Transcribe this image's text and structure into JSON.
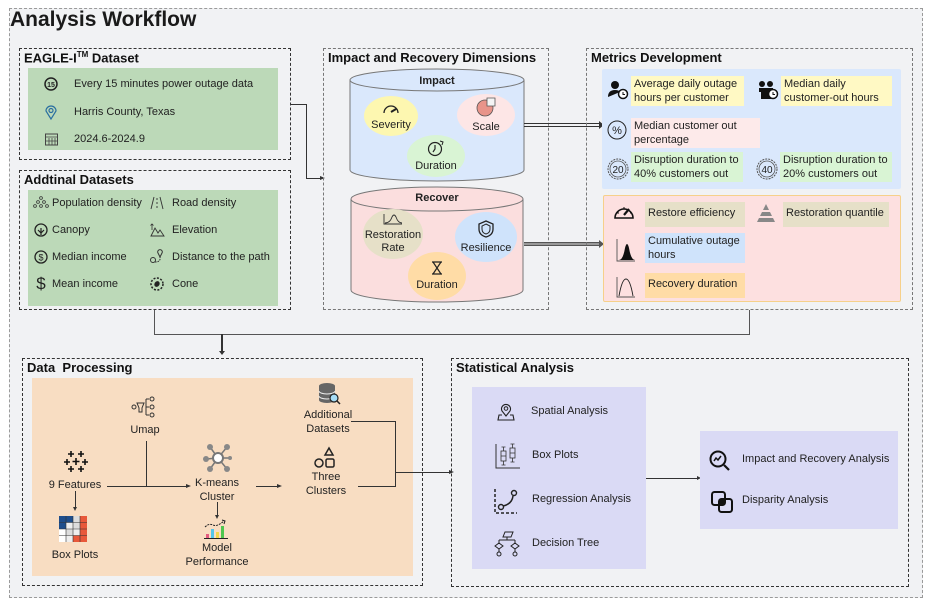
{
  "title": "Analysis Workflow",
  "eagle": {
    "title": "EAGLE-I",
    "title_sup": "TM",
    "title_suffix": " Dataset",
    "items": [
      {
        "icon": "15-minute-timer-icon",
        "label": "Every 15 minutes power outage data"
      },
      {
        "icon": "location-pin-icon",
        "label": "Harris County, Texas"
      },
      {
        "icon": "calendar-icon",
        "label": "2024.6-2024.9"
      }
    ]
  },
  "additional": {
    "title": "Addtinal Datasets",
    "items": [
      {
        "icon": "population-icon",
        "label": "Population density"
      },
      {
        "icon": "road-icon",
        "label": "Road density"
      },
      {
        "icon": "tree-canopy-icon",
        "label": "Canopy"
      },
      {
        "icon": "elevation-icon",
        "label": "Elevation"
      },
      {
        "icon": "dollar-circle-icon",
        "label": "Median income"
      },
      {
        "icon": "route-path-icon",
        "label": "Distance to the path"
      },
      {
        "icon": "dollar-icon",
        "label": "Mean income"
      },
      {
        "icon": "hurricane-cone-icon",
        "label": "Cone"
      }
    ]
  },
  "dimensions": {
    "title": "Impact and Recovery Dimensions",
    "impact": {
      "title": "Impact",
      "items": {
        "severity": "Severity",
        "scale": "Scale",
        "duration": "Duration"
      }
    },
    "recover": {
      "title": "Recover",
      "items": {
        "rate_line1": "Restoration",
        "rate_line2": "Rate",
        "resilience": "Resilience",
        "duration": "Duration"
      }
    }
  },
  "metrics": {
    "title": "Metrics Development",
    "impact_metrics": [
      {
        "line1": "Average daily outage",
        "line2": "hours per customer"
      },
      {
        "line1": "Median daily",
        "line2": "customer-out hours"
      },
      {
        "line1": "Median customer out",
        "line2": "percentage"
      },
      {
        "line1": "Disruption duration to",
        "line2": "40% customers out",
        "badge": "20"
      },
      {
        "line1": "Disruption duration to",
        "line2": "20% customers out",
        "badge": "40"
      }
    ],
    "recover_metrics": [
      {
        "line1": "Restore efficiency"
      },
      {
        "line1": "Restoration quantile"
      },
      {
        "line1": "Cumulative outage",
        "line2": "hours"
      },
      {
        "line1": "Recovery duration"
      }
    ]
  },
  "processing": {
    "title": "Data  Processing",
    "nodes": {
      "umap": "Umap",
      "features": "9 Features",
      "box_plots": "Box Plots",
      "kmeans_line1": "K-means",
      "kmeans_line2": "Cluster",
      "model_line1": "Model",
      "model_line2": "Performance",
      "additional_line1": "Additional",
      "additional_line2": "Datasets",
      "clusters_line1": "Three",
      "clusters_line2": "Clusters"
    }
  },
  "statistical": {
    "title": "Statistical Analysis",
    "methods": [
      "Spatial Analysis",
      "Box Plots",
      "Regression Analysis",
      "Decision Tree"
    ],
    "outcomes": [
      "Impact and Recovery Analysis",
      "Disparity Analysis"
    ]
  },
  "colors": {
    "green_panel": "#bcd9b8",
    "impact_cyl": "#dae8fc",
    "recover_cyl": "#fbdede",
    "processing_panel": "#f8ddc2",
    "statistical_panel": "#dadaf5",
    "yellow_tag": "#fff9c4",
    "pink_tag": "#fdeaea",
    "lightgreen_tag": "#d9f4d4",
    "khaki_tag": "#e6e0c8",
    "blue_tag": "#cfe3fb",
    "orange_tag": "#ffdca6"
  }
}
